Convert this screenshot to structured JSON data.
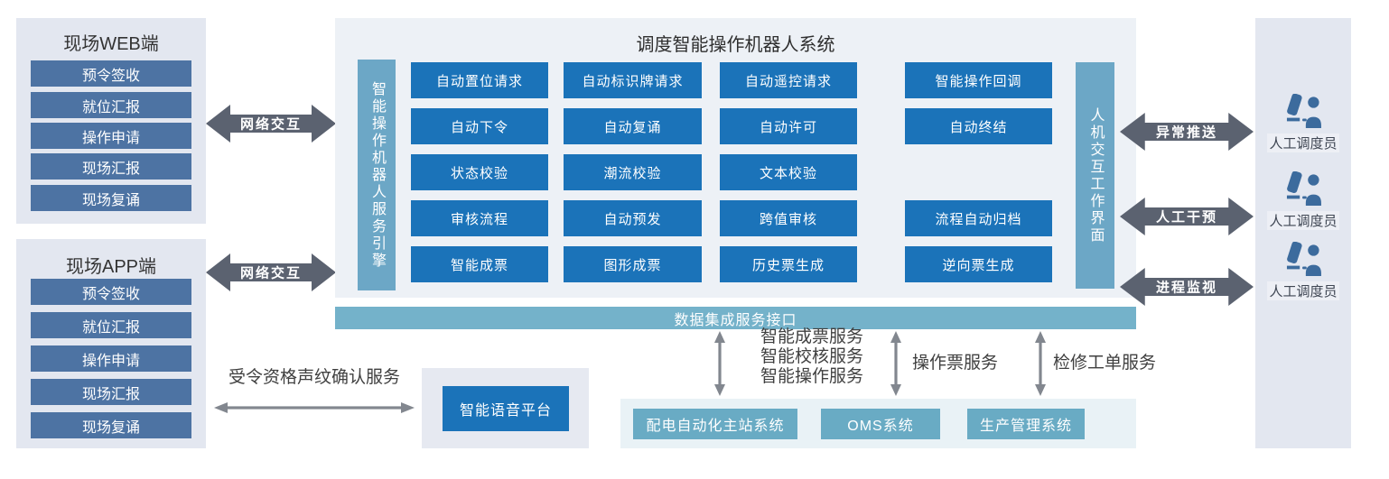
{
  "web_panel": {
    "title": "现场WEB端",
    "items": [
      "预令签收",
      "就位汇报",
      "操作申请",
      "现场汇报",
      "现场复诵"
    ]
  },
  "app_panel": {
    "title": "现场APP端",
    "items": [
      "预令签收",
      "就位汇报",
      "操作申请",
      "现场汇报",
      "现场复诵"
    ]
  },
  "network_arrows": {
    "web": "网络交互",
    "app": "网络交互"
  },
  "main_system": {
    "title": "调度智能操作机器人系统",
    "left_bar": "智能操作机器人服务引擎",
    "right_bar": "人机交互工作界面",
    "grid": [
      [
        "自动置位请求",
        "自动标识牌请求",
        "自动遥控请求",
        "智能操作回调"
      ],
      [
        "自动下令",
        "自动复诵",
        "自动许可",
        "自动终结"
      ],
      [
        "状态校验",
        "潮流校验",
        "文本校验",
        ""
      ],
      [
        "审核流程",
        "自动预发",
        "跨值审核",
        "流程自动归档"
      ],
      [
        "智能成票",
        "图形成票",
        "历史票生成",
        "逆向票生成"
      ]
    ]
  },
  "integration_bar": {
    "label": "数据集成服务接口"
  },
  "integration_services": {
    "group1_lines": [
      "智能成票服务",
      "智能校核服务",
      "智能操作服务"
    ],
    "group2_label": "操作票服务",
    "group3_label": "检修工单服务"
  },
  "voice": {
    "service_label": "受令资格声纹确认服务",
    "platform_label": "智能语音平台"
  },
  "bottom_systems": [
    "配电自动化主站系统",
    "OMS系统",
    "生产管理系统"
  ],
  "right_side": {
    "arrows": [
      "异常推送",
      "人工干预",
      "进程监视"
    ],
    "operators": [
      "人工调度员",
      "人工调度员",
      "人工调度员"
    ]
  },
  "colors": {
    "button_blue": "#1b73b9",
    "steel_blue": "#4d73a3",
    "teal_bar": "#6ca7c6",
    "teal_strip": "#74b2ca",
    "teal_box": "#69abc4",
    "arrow_gray": "#5b6270",
    "thin_arrow_gray": "#82878f",
    "person_blue": "#3c6b9d"
  }
}
